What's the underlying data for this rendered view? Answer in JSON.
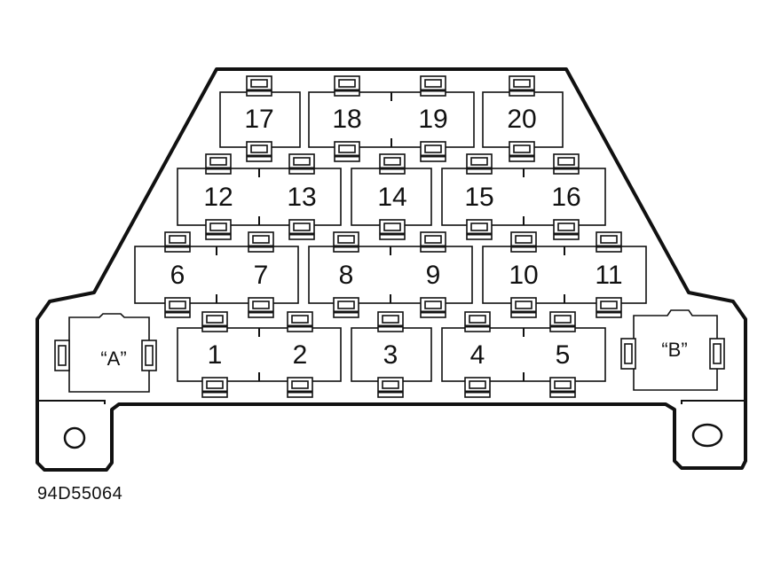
{
  "diagram": {
    "fuse_labels": [
      "17",
      "18",
      "19",
      "20",
      "12",
      "13",
      "14",
      "15",
      "16",
      "6",
      "7",
      "8",
      "9",
      "10",
      "11",
      "1",
      "2",
      "3",
      "4",
      "5"
    ],
    "connector_a_label": "“A”",
    "connector_b_label": "“B”",
    "reference_code": "94D55064"
  }
}
